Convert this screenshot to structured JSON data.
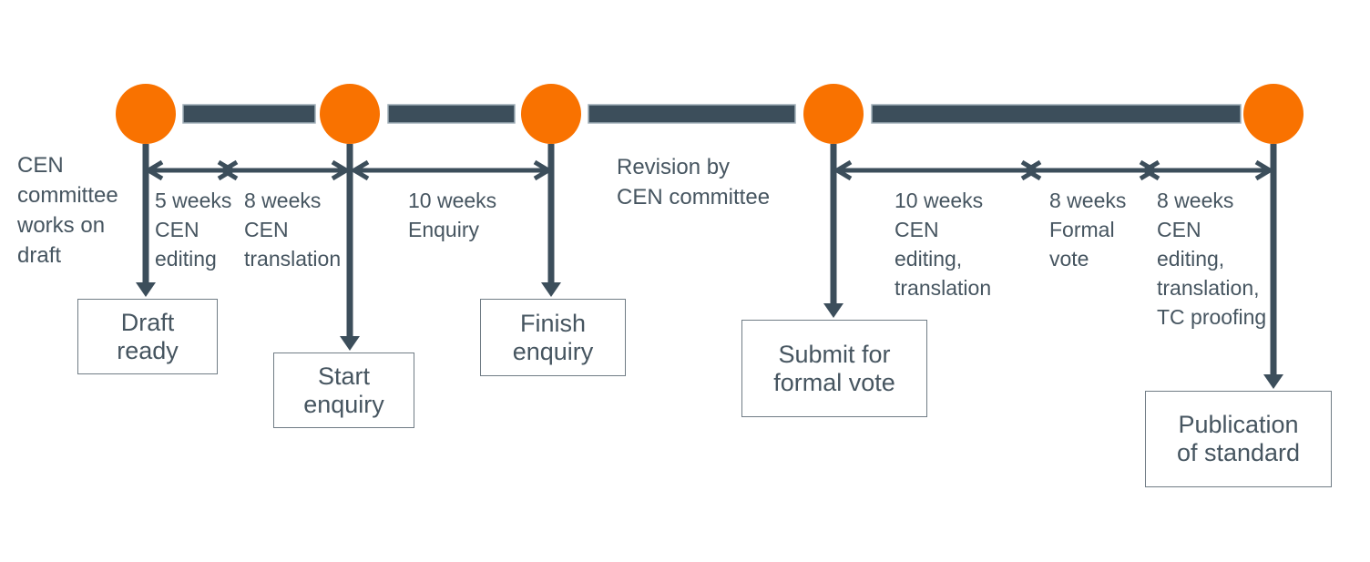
{
  "colors": {
    "milestone_orange": "#F97200",
    "timeline_slate": "#3C4E5B",
    "bar_outline": "#9FAEB7",
    "text_slate": "#465560",
    "box_border": "#707C85"
  },
  "left_note": "CEN\ncommittee\nworks on\ndraft",
  "revision_note": "Revision by\nCEN committee",
  "durations": [
    {
      "label": "5 weeks\nCEN\nediting"
    },
    {
      "label": "8 weeks\nCEN\ntranslation"
    },
    {
      "label": "10 weeks\nEnquiry"
    },
    {
      "label": "10 weeks\nCEN\nediting,\ntranslation"
    },
    {
      "label": "8 weeks\nFormal\nvote"
    },
    {
      "label": "8 weeks\nCEN\nediting,\ntranslation,\nTC proofing"
    }
  ],
  "milestones": [
    {
      "label": "Draft\nready"
    },
    {
      "label": "Start\nenquiry"
    },
    {
      "label": "Finish\nenquiry"
    },
    {
      "label": "Submit for\nformal vote"
    },
    {
      "label": "Publication\nof standard"
    }
  ]
}
